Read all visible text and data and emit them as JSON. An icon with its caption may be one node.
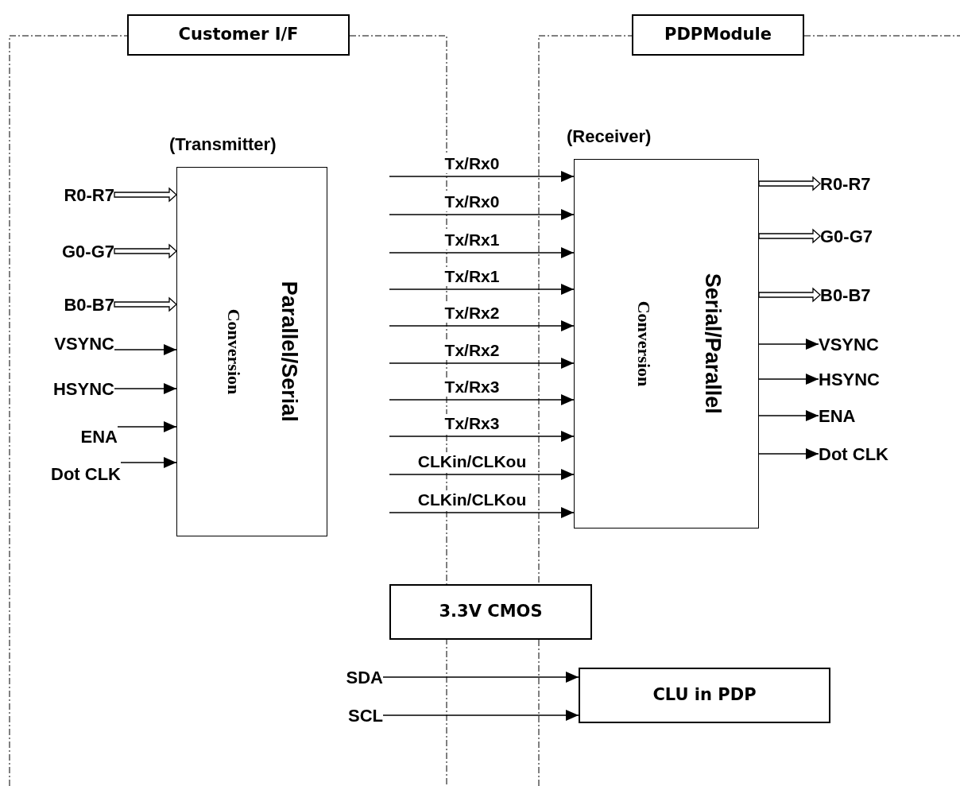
{
  "diagram": {
    "nodes": [
      {
        "text": [
          "Customer I/F"
        ]
      },
      {
        "text": [
          "PDPModule"
        ]
      },
      {
        "text": [
          "(Transmitter)",
          "Parallel/Serial",
          "Conversion"
        ]
      },
      {
        "text": [
          "(Receiver)",
          "Serial/Parallel",
          "Conversion"
        ]
      },
      {
        "text": [
          "R0-R7"
        ]
      },
      {
        "text": [
          "G0-G7"
        ]
      },
      {
        "text": [
          "B0-B7"
        ]
      },
      {
        "text": [
          "VSYNC"
        ]
      },
      {
        "text": [
          "HSYNC"
        ]
      },
      {
        "text": [
          "ENA"
        ]
      },
      {
        "text": [
          "Dot  CLK"
        ]
      },
      {
        "text": [
          "R0-R7"
        ]
      },
      {
        "text": [
          "G0-G7"
        ]
      },
      {
        "text": [
          "B0-B7"
        ]
      },
      {
        "text": [
          "VSYNC"
        ]
      },
      {
        "text": [
          "HSYNC"
        ]
      },
      {
        "text": [
          "ENA"
        ]
      },
      {
        "text": [
          "Dot  CLK"
        ]
      },
      {
        "text": [
          "3.3V CMOS"
        ]
      },
      {
        "text": [
          "SDA"
        ]
      },
      {
        "text": [
          "SCL"
        ]
      },
      {
        "text": [
          "CLU in PDP"
        ]
      }
    ],
    "edges": [
      {
        "from": 4,
        "to": 2,
        "arrow": "to",
        "style": "thick"
      },
      {
        "from": 5,
        "to": 2,
        "arrow": "to",
        "style": "thick"
      },
      {
        "from": 6,
        "to": 2,
        "arrow": "to",
        "style": "thick"
      },
      {
        "from": 7,
        "to": 2,
        "arrow": "to"
      },
      {
        "from": 8,
        "to": 2,
        "arrow": "to"
      },
      {
        "from": 9,
        "to": 2,
        "arrow": "to"
      },
      {
        "from": 10,
        "to": 2,
        "arrow": "to"
      },
      {
        "from": 3,
        "to": 11,
        "arrow": "to",
        "style": "thick"
      },
      {
        "from": 3,
        "to": 12,
        "arrow": "to",
        "style": "thick"
      },
      {
        "from": 3,
        "to": 13,
        "arrow": "to",
        "style": "thick"
      },
      {
        "from": 3,
        "to": 14,
        "arrow": "to"
      },
      {
        "from": 3,
        "to": 15,
        "arrow": "to"
      },
      {
        "from": 3,
        "to": 16,
        "arrow": "to"
      },
      {
        "from": 3,
        "to": 17,
        "arrow": "to"
      },
      {
        "from": null,
        "to": 3,
        "arrow": "to",
        "label": "Tx/Rx0"
      },
      {
        "from": null,
        "to": 3,
        "arrow": "to",
        "label": "Tx/Rx0"
      },
      {
        "from": null,
        "to": 3,
        "arrow": "to",
        "label": "Tx/Rx1"
      },
      {
        "from": null,
        "to": 3,
        "arrow": "to",
        "label": "Tx/Rx1"
      },
      {
        "from": null,
        "to": 3,
        "arrow": "to",
        "label": "Tx/Rx2"
      },
      {
        "from": null,
        "to": 3,
        "arrow": "to",
        "label": "Tx/Rx2"
      },
      {
        "from": null,
        "to": 3,
        "arrow": "to",
        "label": "Tx/Rx3"
      },
      {
        "from": null,
        "to": 3,
        "arrow": "to",
        "label": "Tx/Rx3"
      },
      {
        "from": null,
        "to": 3,
        "arrow": "to",
        "label": "CLKin/CLKou"
      },
      {
        "from": null,
        "to": 3,
        "arrow": "to",
        "label": "CLKin/CLKou"
      },
      {
        "from": 19,
        "to": 21,
        "arrow": "to"
      },
      {
        "from": 20,
        "to": 21,
        "arrow": "to"
      }
    ]
  }
}
